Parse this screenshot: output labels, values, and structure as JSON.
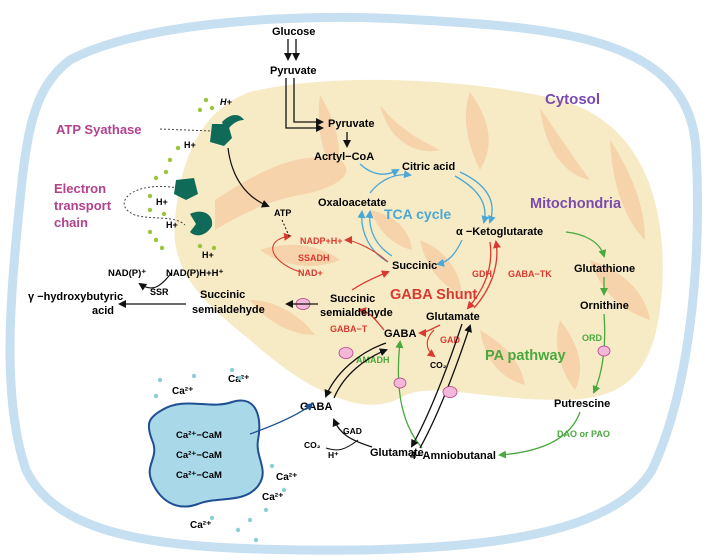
{
  "labels": {
    "cytosol": "Cytosol",
    "mitochondria": "Mitochondria",
    "glucose": "Glucose",
    "pyruvate_top": "Pyruvate",
    "pyruvate_mito": "Pyruvate",
    "acetyl_coa": "Acrtyl−CoA",
    "citric_acid": "Citric acid",
    "oxaloacetate": "Oxaloacetate",
    "tca_cycle": "TCA cycle",
    "ketoglutarate": "α −Ketoglutarate",
    "glutathione": "Glutathione",
    "ornithine": "Ornithine",
    "orD": "ORD",
    "putrescine": "Putrescine",
    "dao_pao": "DAO or PAO",
    "aminobutanal": "4−Amniobutanal",
    "amadh": "AMADH",
    "pa_pathway": "PA pathway",
    "atp_synthase": "ATP Syathase",
    "etc_line1": "Electron",
    "etc_line2": "transport",
    "etc_line3": "chain",
    "atp": "ATP",
    "nadp_h": "NADP+H+",
    "ssadh": "SSADH",
    "nad_plus": "NAD+",
    "succinic_mito": "Succinic",
    "gdh": "GDH",
    "gaba_tk": "GABA−TK",
    "gaba_shunt": "GABA Shunt",
    "glutamate_mito": "Glutamate",
    "succ_semi_mito_1": "Succinic",
    "succ_semi_mito_2": "semialdehyde",
    "gaba_t": "GABA−T",
    "gaba_mito": "GABA",
    "gad_mito": "GAD",
    "co2_mito": "CO₂",
    "succ_semi_cyto_1": "Succinic",
    "succ_semi_cyto_2": "semialdehyde",
    "ssr": "SSR",
    "ghb_1": "γ −hydroxybutyric",
    "ghb_2": "acid",
    "nadp": "NAD(P)⁺",
    "nadph": "NAD(P)H+H⁺",
    "gaba_cyto": "GABA",
    "glutamate_cyto": "Glutamate",
    "gad_cyto": "GAD",
    "co2_cyto": "CO₂",
    "h_cyto": "H⁺",
    "cam_1": "Ca²⁺−CaM",
    "cam_2": "Ca²⁺−CaM",
    "cam_3": "Ca²⁺−CaM",
    "ca_ion": "Ca²⁺",
    "h_plus": "H+"
  },
  "colors": {
    "cell_border": "#c6dff1",
    "mito_fill": "#f7ebc6",
    "cristae": "#f6cfa6",
    "shunt": "#d93a30",
    "tca": "#4aa7d6",
    "pa": "#4aa83f",
    "title_purple": "#7a4ab0",
    "magenta": "#b3428e",
    "protein": "#0f6b58",
    "enzyme_dot": "#f3b7d8",
    "cam_fill": "#a9d8e8",
    "cam_border": "#1f4f93",
    "ca_dots": "#8ecfd6"
  }
}
